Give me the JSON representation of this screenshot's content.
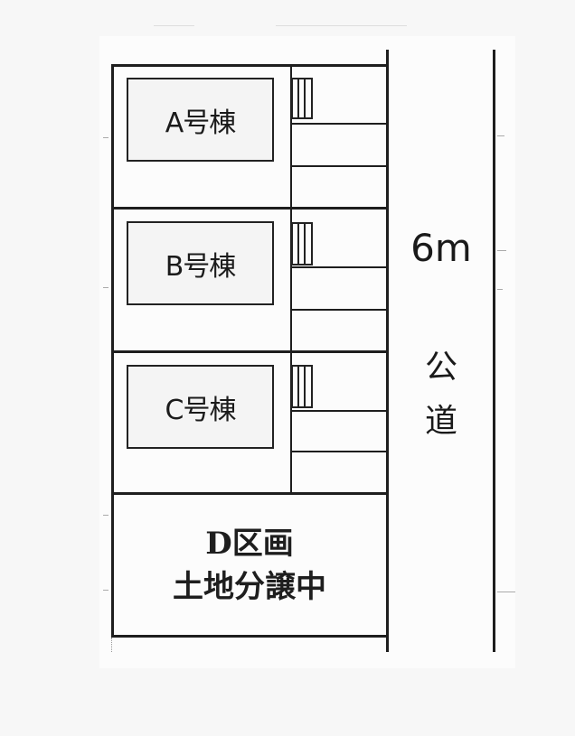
{
  "diagram": {
    "type": "site-plan",
    "lots": [
      {
        "id": "A",
        "label": "A号棟",
        "kind": "building"
      },
      {
        "id": "B",
        "label": "B号棟",
        "kind": "building"
      },
      {
        "id": "C",
        "label": "C号棟",
        "kind": "building"
      },
      {
        "id": "D",
        "label_line1": "D区画",
        "label_line2": "土地分譲中",
        "kind": "land-for-sale"
      }
    ],
    "road": {
      "width_label": "6m",
      "name_line1": "公",
      "name_line2": "道"
    },
    "colors": {
      "line": "#1e1e1e",
      "background": "#f7f7f7",
      "building_fill": "#f4f4f4"
    }
  }
}
